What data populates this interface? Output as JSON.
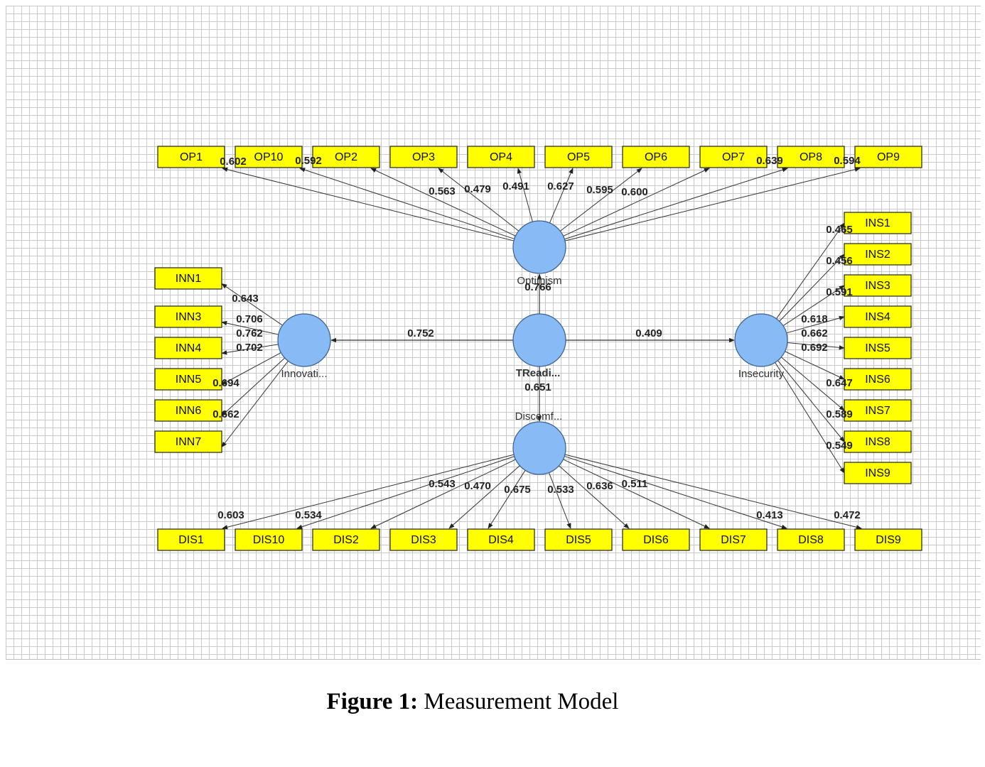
{
  "colors": {
    "indicator_fill": "#ffff00",
    "construct_fill": "#88bbf5",
    "construct_stroke": "#3a5e8c",
    "line": "#333333"
  },
  "caption": {
    "bold": "Figure 1:",
    "text": " Measurement Model"
  },
  "constructs": [
    {
      "id": "optimism",
      "label": "Optimism"
    },
    {
      "id": "innovativeness",
      "label": "Innovati..."
    },
    {
      "id": "treadiness",
      "label": "TReadi..."
    },
    {
      "id": "insecurity",
      "label": "Insecurity"
    },
    {
      "id": "discomfort",
      "label": "Discomf..."
    }
  ],
  "paths": [
    {
      "from": "treadiness",
      "to": "optimism",
      "coef": "0.766"
    },
    {
      "from": "treadiness",
      "to": "innovativeness",
      "coef": "0.752"
    },
    {
      "from": "treadiness",
      "to": "insecurity",
      "coef": "0.409"
    },
    {
      "from": "treadiness",
      "to": "discomfort",
      "coef": "0.651"
    }
  ],
  "indicators": [
    {
      "label": "OP1",
      "construct": "optimism",
      "loading": "0.602"
    },
    {
      "label": "OP10",
      "construct": "optimism",
      "loading": "0.592"
    },
    {
      "label": "OP2",
      "construct": "optimism",
      "loading": "0.563"
    },
    {
      "label": "OP3",
      "construct": "optimism",
      "loading": "0.479"
    },
    {
      "label": "OP4",
      "construct": "optimism",
      "loading": "0.491"
    },
    {
      "label": "OP5",
      "construct": "optimism",
      "loading": "0.627"
    },
    {
      "label": "OP6",
      "construct": "optimism",
      "loading": "0.595"
    },
    {
      "label": "OP7",
      "construct": "optimism",
      "loading": "0.600"
    },
    {
      "label": "OP8",
      "construct": "optimism",
      "loading": "0.639"
    },
    {
      "label": "OP9",
      "construct": "optimism",
      "loading": "0.594"
    },
    {
      "label": "INN1",
      "construct": "innovativeness",
      "loading": "0.643"
    },
    {
      "label": "INN3",
      "construct": "innovativeness",
      "loading": "0.706"
    },
    {
      "label": "INN4",
      "construct": "innovativeness",
      "loading": "0.762"
    },
    {
      "label": "INN5",
      "construct": "innovativeness",
      "loading": "0.702"
    },
    {
      "label": "INN6",
      "construct": "innovativeness",
      "loading": "0.694"
    },
    {
      "label": "INN7",
      "construct": "innovativeness",
      "loading": "0.662"
    },
    {
      "label": "INS1",
      "construct": "insecurity",
      "loading": "0.465"
    },
    {
      "label": "INS2",
      "construct": "insecurity",
      "loading": "0.456"
    },
    {
      "label": "INS3",
      "construct": "insecurity",
      "loading": "0.591"
    },
    {
      "label": "INS4",
      "construct": "insecurity",
      "loading": "0.618"
    },
    {
      "label": "INS5",
      "construct": "insecurity",
      "loading": "0.662"
    },
    {
      "label": "INS6",
      "construct": "insecurity",
      "loading": "0.692"
    },
    {
      "label": "INS7",
      "construct": "insecurity",
      "loading": "0.647"
    },
    {
      "label": "INS8",
      "construct": "insecurity",
      "loading": "0.589"
    },
    {
      "label": "INS9",
      "construct": "insecurity",
      "loading": "0.549"
    },
    {
      "label": "DIS1",
      "construct": "discomfort",
      "loading": "0.603"
    },
    {
      "label": "DIS10",
      "construct": "discomfort",
      "loading": "0.534"
    },
    {
      "label": "DIS2",
      "construct": "discomfort",
      "loading": "0.543"
    },
    {
      "label": "DIS3",
      "construct": "discomfort",
      "loading": "0.470"
    },
    {
      "label": "DIS4",
      "construct": "discomfort",
      "loading": "0.675"
    },
    {
      "label": "DIS5",
      "construct": "discomfort",
      "loading": "0.533"
    },
    {
      "label": "DIS6",
      "construct": "discomfort",
      "loading": "0.636"
    },
    {
      "label": "DIS7",
      "construct": "discomfort",
      "loading": "0.511"
    },
    {
      "label": "DIS8",
      "construct": "discomfort",
      "loading": "0.413"
    },
    {
      "label": "DIS9",
      "construct": "discomfort",
      "loading": "0.472"
    }
  ]
}
